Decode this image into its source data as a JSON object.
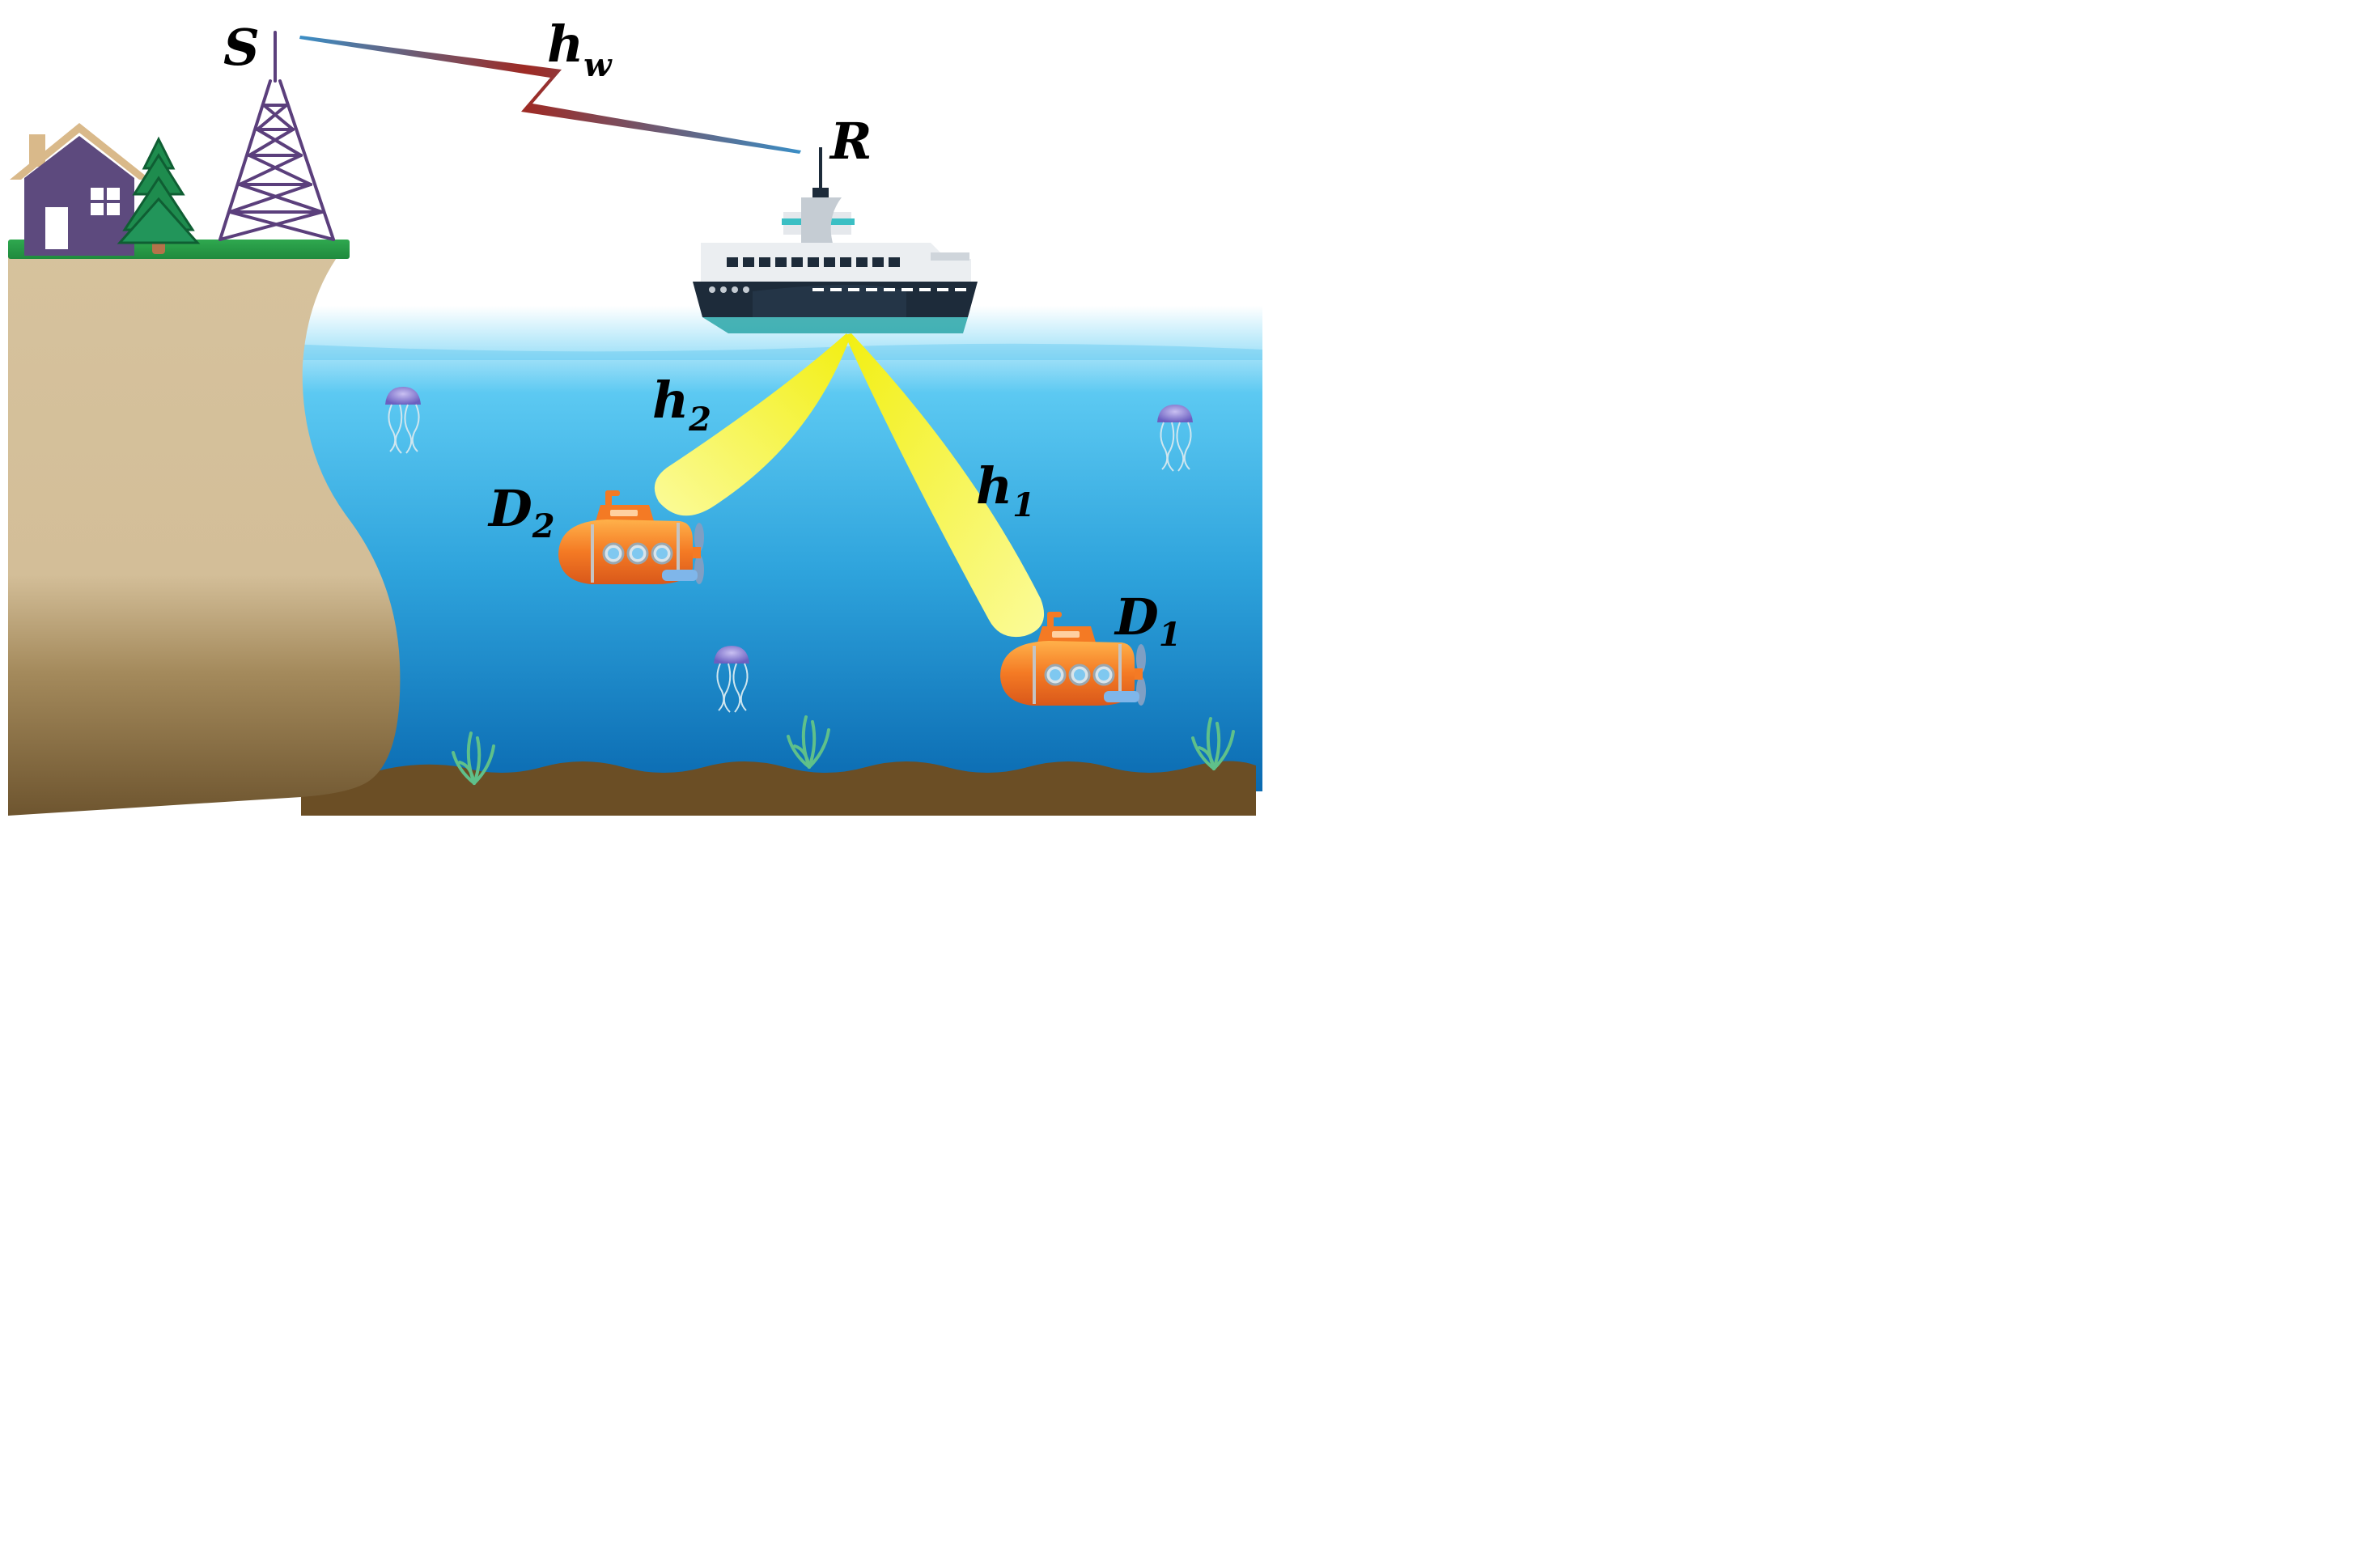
{
  "labels": {
    "source": {
      "main": "S",
      "sub": ""
    },
    "relay": {
      "main": "R",
      "sub": ""
    },
    "wireless_channel": {
      "main": "h",
      "sub": "w"
    },
    "channel_2": {
      "main": "h",
      "sub": "2"
    },
    "channel_1": {
      "main": "h",
      "sub": "1"
    },
    "destination_2": {
      "main": "D",
      "sub": "2"
    },
    "destination_1": {
      "main": "D",
      "sub": "1"
    }
  },
  "colors": {
    "tower": "#5b3f7c",
    "house": "#5d4a7e",
    "roof_trim": "#d9b98a",
    "tree": "#1e8c4e",
    "grass": "#2fa84f",
    "cliff_top": "#d6c29d",
    "cliff_bottom": "#6e552f",
    "sea_top": "#c8eefb",
    "sea_mid": "#3bb7e8",
    "sea_bottom": "#0a6ab1",
    "seabed": "#6b4e25",
    "beam": "#f8f520",
    "link_blue": "#3a8ec6",
    "link_red": "#9e2a24",
    "submarine": "#f47a24",
    "ship_hull": "#1d2b3a",
    "jellyfish": "#8b7fcf"
  },
  "icons": [
    "house-icon",
    "tree-icon",
    "tower-icon",
    "ship-icon",
    "submarine-icon",
    "jellyfish-icon",
    "seaweed-icon"
  ]
}
